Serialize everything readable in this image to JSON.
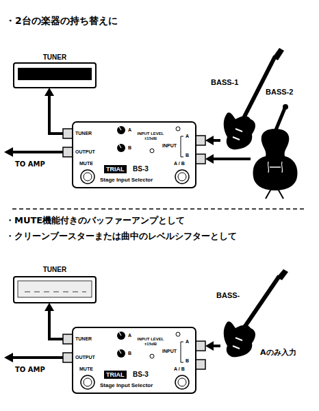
{
  "diagram": {
    "nodes": [
      {
        "text": [
          "TUNER"
        ]
      },
      {
        "text": [
          "TUNER",
          "OUTPUT",
          "A",
          "INPUT LEVEL ±15dB",
          "B",
          "INPUT",
          "A",
          "B",
          "MUTE",
          "TRIAL",
          "BS-3",
          "A / B",
          "Stage Input Selector"
        ]
      },
      {
        "text": [
          "BASS-1"
        ]
      },
      {
        "text": [
          "BASS-2"
        ]
      },
      {
        "text": [
          "TUNER"
        ]
      },
      {
        "text": [
          "TUNER",
          "OUTPUT",
          "A",
          "INPUT LEVEL ±15dB",
          "B",
          "INPUT",
          "A",
          "B",
          "MUTE",
          "TRIAL",
          "BS-3",
          "A / B",
          "Stage Input Selector"
        ]
      },
      {
        "text": [
          "BASS-"
        ]
      }
    ],
    "edges": [
      {
        "from": 1,
        "to": 0,
        "arrow": "to"
      },
      {
        "from": 2,
        "to": 1,
        "arrow": "to"
      },
      {
        "from": 3,
        "to": 1,
        "arrow": "to"
      },
      {
        "from": 5,
        "to": 4,
        "arrow": "to"
      },
      {
        "from": 6,
        "to": 5,
        "arrow": "to"
      }
    ],
    "labels": [
      "・2台の楽器の持ち替えに",
      "TO AMP",
      "・MUTE機能付きのバッファーアンプとして",
      "・クリーンブースターまたは曲中のレベルシフターとして",
      "TO AMP",
      "Aのみ入力"
    ]
  }
}
